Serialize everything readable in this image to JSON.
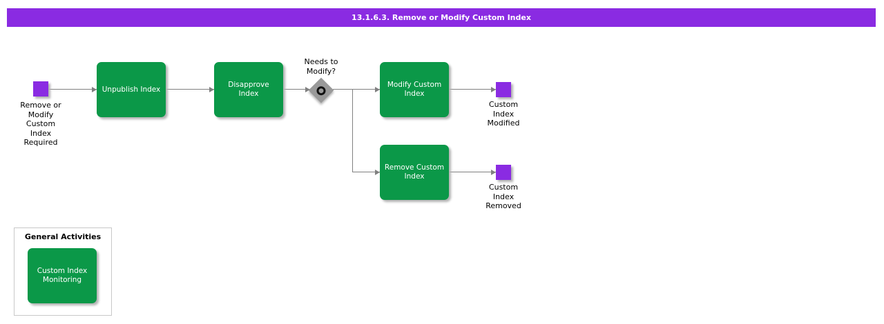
{
  "header": {
    "title": "13.1.6.3. Remove or Modify Custom Index"
  },
  "colors": {
    "activity_green": "#0B9848",
    "event_purple": "#8A2BE2",
    "header_purple": "#8A2BE2",
    "edge_gray": "#808080",
    "gateway_gray": "#999999"
  },
  "flow": {
    "start_event": {
      "label": "Remove or\nModify\nCustom\nIndex\nRequired"
    },
    "activities": {
      "unpublish": {
        "label": "Unpublish Index"
      },
      "disapprove": {
        "label": "Disapprove\nIndex"
      },
      "modify": {
        "label": "Modify Custom\nIndex"
      },
      "remove": {
        "label": "Remove Custom\nIndex"
      }
    },
    "gateway": {
      "label": "Needs to\nModify?"
    },
    "end_events": {
      "modified": {
        "label": "Custom\nIndex\nModified"
      },
      "removed": {
        "label": "Custom\nIndex\nRemoved"
      }
    }
  },
  "general_activities": {
    "title": "General Activities",
    "items": [
      {
        "label": "Custom Index\nMonitoring"
      }
    ]
  }
}
